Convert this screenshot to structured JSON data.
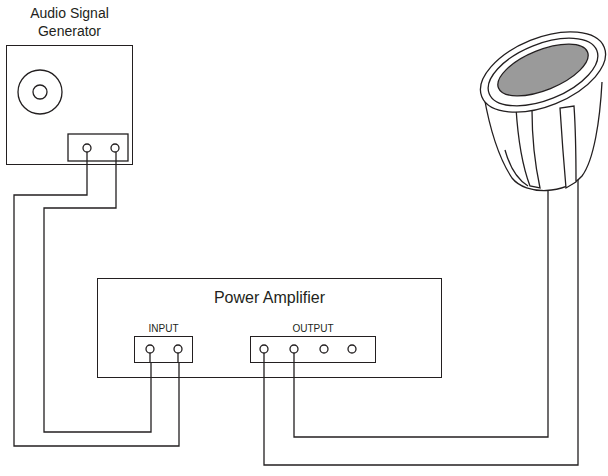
{
  "diagram": {
    "nodes": [
      {
        "text": [
          "Audio Signal Generator"
        ]
      },
      {
        "text": [
          "Power Amplifier"
        ]
      },
      {
        "text": [
          "INPUT"
        ],
        "in": 1
      },
      {
        "text": [
          "OUTPUT"
        ],
        "in": 1
      }
    ],
    "edges": [
      {
        "from": 0,
        "to": 2,
        "arrow": "none"
      },
      {
        "from": 0,
        "to": 2,
        "arrow": "none"
      }
    ]
  }
}
